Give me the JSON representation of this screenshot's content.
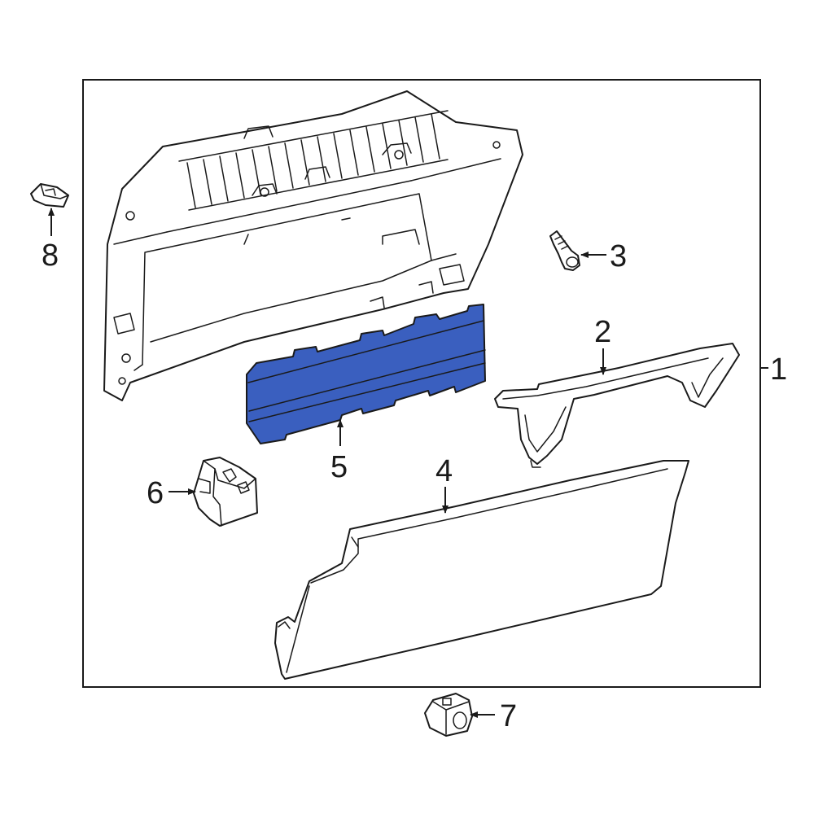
{
  "diagram": {
    "highlight_color": "#3a5fbf",
    "callouts": [
      {
        "id": "1",
        "label": "1"
      },
      {
        "id": "2",
        "label": "2"
      },
      {
        "id": "3",
        "label": "3"
      },
      {
        "id": "4",
        "label": "4"
      },
      {
        "id": "5",
        "label": "5"
      },
      {
        "id": "6",
        "label": "6"
      },
      {
        "id": "7",
        "label": "7"
      },
      {
        "id": "8",
        "label": "8"
      }
    ]
  }
}
